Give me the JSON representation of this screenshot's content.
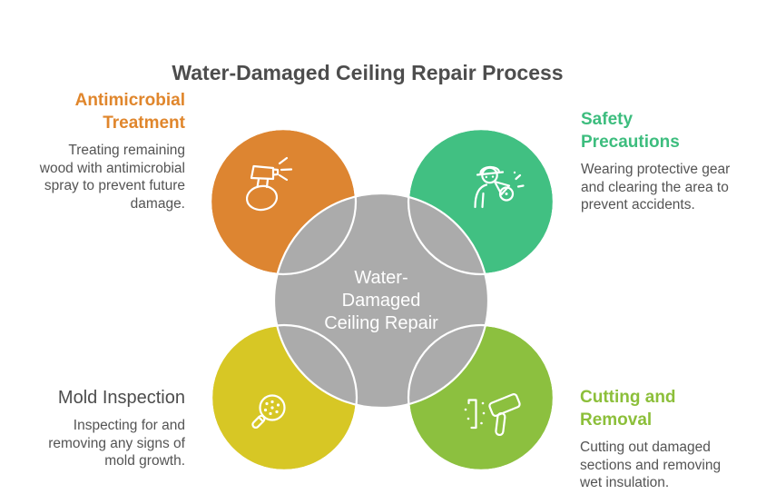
{
  "title": "Water-Damaged Ceiling Repair Process",
  "title_color": "#4d4d4d",
  "body_text_color": "#545454",
  "center": {
    "label": "Water-Damaged Ceiling Repair",
    "label_lines": [
      "Water-",
      "Damaged",
      "Ceiling Repair"
    ],
    "circle_color": "#ababab",
    "text_color": "#ffffff"
  },
  "steps": [
    {
      "id": "antimicrobial-treatment",
      "position": "top-left",
      "title": "Antimicrobial Treatment",
      "title_color": "#e0862c",
      "description": "Treating remaining wood with antimicrobial spray to prevent future damage.",
      "circle_color": "#dd8531",
      "icon": "spray-bottle-icon"
    },
    {
      "id": "safety-precautions",
      "position": "top-right",
      "title": "Safety Precautions",
      "title_color": "#3dbd7e",
      "description": "Wearing protective gear and clearing the area to prevent accidents.",
      "circle_color": "#41c082",
      "icon": "worker-whistle-icon"
    },
    {
      "id": "mold-inspection",
      "position": "bottom-left",
      "title": "Mold Inspection",
      "title_color": "#4d4d4d",
      "description": "Inspecting for and removing any signs of mold growth.",
      "circle_color": "#d7c725",
      "icon": "magnifier-icon"
    },
    {
      "id": "cutting-and-removal",
      "position": "bottom-right",
      "title": "Cutting and Removal",
      "title_color": "#8cbf3a",
      "description": "Cutting out damaged sections and removing wet insulation.",
      "circle_color": "#8cc03f",
      "icon": "hammer-icon"
    }
  ]
}
